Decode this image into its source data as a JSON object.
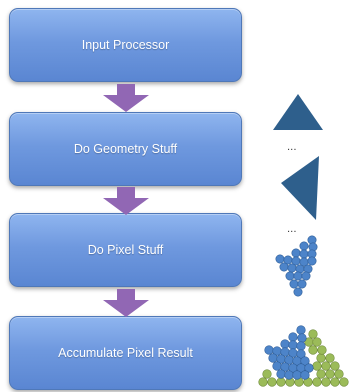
{
  "pipeline": {
    "steps": [
      {
        "label": "Input Processor"
      },
      {
        "label": "Do Geometry Stuff"
      },
      {
        "label": "Do Pixel Stuff"
      },
      {
        "label": "Accumulate Pixel Result"
      }
    ]
  },
  "side": {
    "ellipsis_1": "...",
    "ellipsis_2": "..."
  },
  "colors": {
    "box_top": "#8fb5ef",
    "box_bottom": "#5a86d2",
    "arrow": "#9167b4",
    "triangle": "#2e5f8c",
    "pixel_blue": "#4d84c9",
    "pixel_green": "#9bbb59"
  },
  "icons": [
    "triangle-icon",
    "flipped-triangle-icon",
    "pixel-cluster-icon",
    "accumulated-pixels-icon"
  ]
}
